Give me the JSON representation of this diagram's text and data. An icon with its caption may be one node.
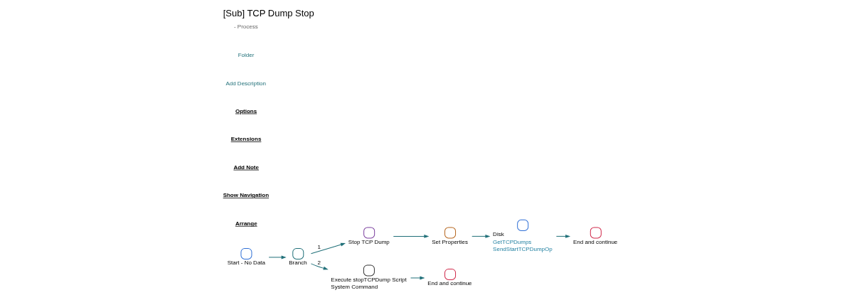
{
  "diagram": {
    "title": "[Sub] TCP Dump Stop",
    "nodes": [
      {
        "text": [
          "Start - No Data"
        ]
      },
      {
        "text": [
          "Branch"
        ]
      },
      {
        "text": [
          "Stop TCP Dump"
        ]
      },
      {
        "text": [
          "Set Properties"
        ]
      },
      {
        "text": [
          "Disk"
        ],
        "beside": [
          "GetTCPDumps",
          "SendStartTCPDumpOp"
        ]
      },
      {
        "text": [
          "End and continue"
        ]
      },
      {
        "text": [
          "Execute stopTCPDump Script",
          "System Command"
        ]
      },
      {
        "text": [
          "End and continue"
        ]
      }
    ],
    "edges": [
      {
        "from": 0,
        "to": 1,
        "arrow": "to"
      },
      {
        "from": 1,
        "to": 2,
        "arrow": "to",
        "label": "1"
      },
      {
        "from": 2,
        "to": 3,
        "arrow": "to"
      },
      {
        "from": 3,
        "to": 4,
        "arrow": "to"
      },
      {
        "from": 4,
        "to": 5,
        "arrow": "to"
      },
      {
        "from": 1,
        "to": 6,
        "arrow": "to",
        "label": "2"
      },
      {
        "from": 6,
        "to": 7,
        "arrow": "to"
      }
    ],
    "labels": [
      "- Process",
      "Folder",
      "Add Description",
      "Options",
      "Extensions",
      "Add Note",
      "Show Navigation",
      "Arrange"
    ]
  }
}
